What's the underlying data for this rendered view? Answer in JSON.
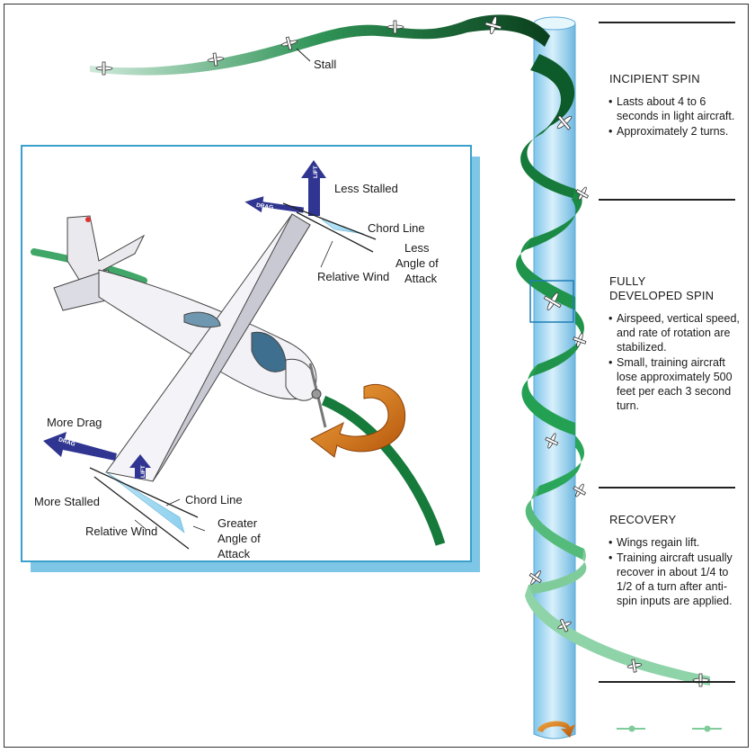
{
  "top_path": {
    "stall_label": "Stall"
  },
  "sections": [
    {
      "title": "INCIPIENT SPIN",
      "bullets": [
        "Lasts about 4 to 6 seconds in light aircraft.",
        "Approximately 2 turns."
      ]
    },
    {
      "title": "FULLY DEVELOPED SPIN",
      "bullets": [
        "Airspeed, vertical speed, and rate of rotation are stabilized.",
        "Small, training aircraft lose approximately 500 feet per each 3 second turn."
      ]
    },
    {
      "title": "RECOVERY",
      "bullets": [
        "Wings regain lift.",
        "Training aircraft usually recover in about 1/4 to 1/2 of a turn after anti-spin inputs are applied."
      ]
    }
  ],
  "inset": {
    "upper_wing": {
      "state": "Less Stalled",
      "chord": "Chord Line",
      "wind": "Relative Wind",
      "aoa_line1": "Less",
      "aoa_line2": "Angle of",
      "aoa_line3": "Attack",
      "lift_arrow": "LIFT",
      "drag_arrow": "DRAG"
    },
    "lower_wing": {
      "state": "More Stalled",
      "drag": "More Drag",
      "chord": "Chord Line",
      "wind": "Relative Wind",
      "aoa_line1": "Greater",
      "aoa_line2": "Angle of",
      "aoa_line3": "Attack",
      "lift_arrow": "LIFT",
      "drag_arrow": "DRAG"
    }
  },
  "colors": {
    "ribbon_dark": "#0b5e2a",
    "ribbon_light": "#a9d8b8",
    "column": "#a8d8f2",
    "inset_border": "#3aa0cc",
    "inset_shadow": "#7ec6e6",
    "arrow_blue": "#2f3590",
    "rotation_orange": "#e07a10"
  }
}
